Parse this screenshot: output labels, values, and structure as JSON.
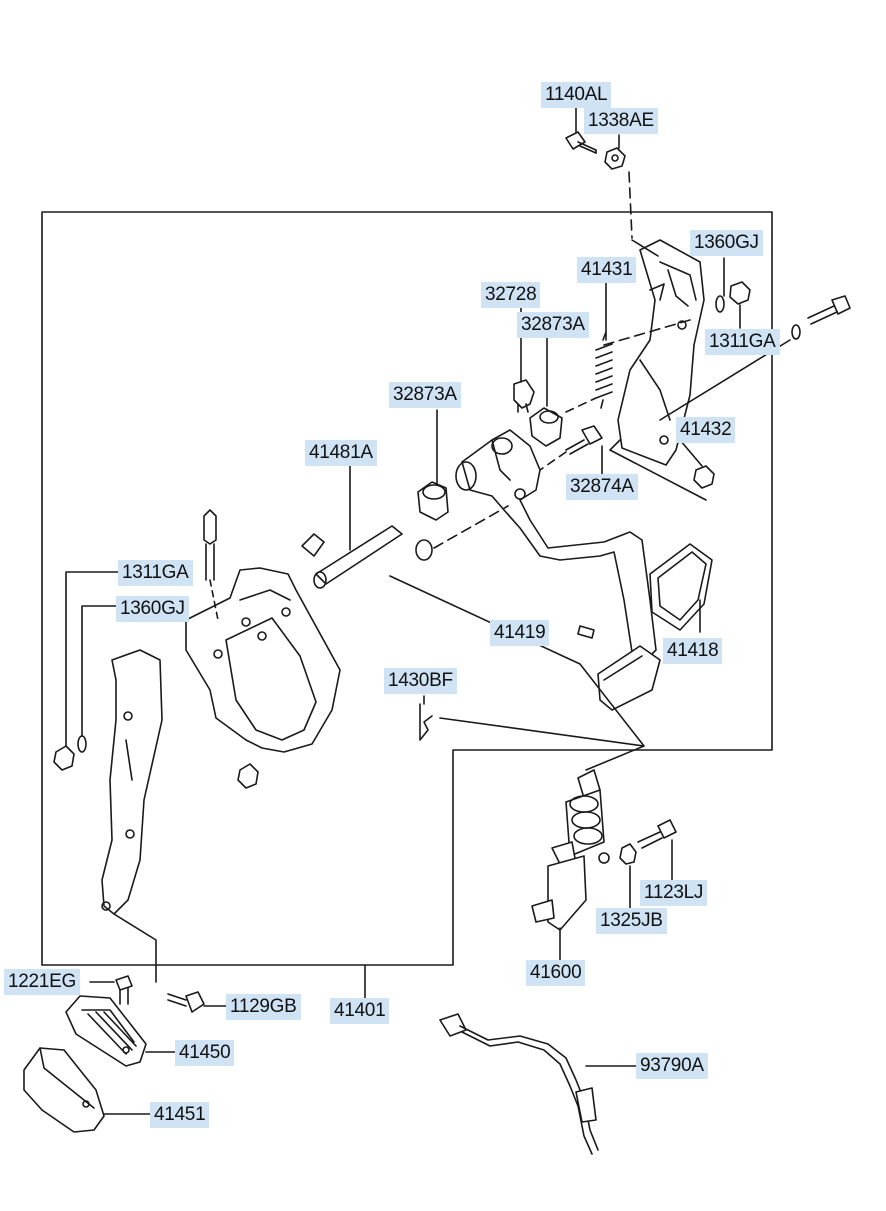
{
  "parts": [
    {
      "id": "p-1140AL",
      "number": "1140AL"
    },
    {
      "id": "p-1338AE",
      "number": "1338AE"
    },
    {
      "id": "p-1360GJ-top",
      "number": "1360GJ"
    },
    {
      "id": "p-41431",
      "number": "41431"
    },
    {
      "id": "p-32728",
      "number": "32728"
    },
    {
      "id": "p-32873A-top",
      "number": "32873A"
    },
    {
      "id": "p-1311GA-right",
      "number": "1311GA"
    },
    {
      "id": "p-32873A-mid",
      "number": "32873A"
    },
    {
      "id": "p-41432",
      "number": "41432"
    },
    {
      "id": "p-41481A",
      "number": "41481A"
    },
    {
      "id": "p-32874A",
      "number": "32874A"
    },
    {
      "id": "p-1311GA-left",
      "number": "1311GA"
    },
    {
      "id": "p-1360GJ-left",
      "number": "1360GJ"
    },
    {
      "id": "p-41419",
      "number": "41419"
    },
    {
      "id": "p-41418",
      "number": "41418"
    },
    {
      "id": "p-1430BF",
      "number": "1430BF"
    },
    {
      "id": "p-1123LJ",
      "number": "1123LJ"
    },
    {
      "id": "p-1325JB",
      "number": "1325JB"
    },
    {
      "id": "p-41600",
      "number": "41600"
    },
    {
      "id": "p-1221EG",
      "number": "1221EG"
    },
    {
      "id": "p-1129GB",
      "number": "1129GB"
    },
    {
      "id": "p-41401",
      "number": "41401"
    },
    {
      "id": "p-41450",
      "number": "41450"
    },
    {
      "id": "p-93790A",
      "number": "93790A"
    },
    {
      "id": "p-41451",
      "number": "41451"
    }
  ],
  "colors": {
    "label_highlight": "#cfe3f5",
    "line": "#1a1a1a"
  }
}
